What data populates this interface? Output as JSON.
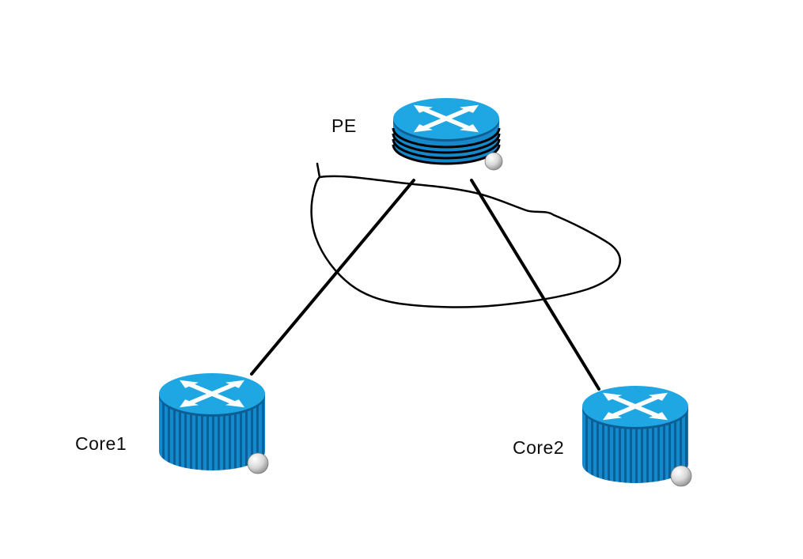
{
  "diagram": {
    "title": "",
    "nodes": [
      {
        "id": "pe",
        "label": "PE",
        "type": "router"
      },
      {
        "id": "core1",
        "label": "Core1",
        "type": "router"
      },
      {
        "id": "core2",
        "label": "Core2",
        "type": "router"
      }
    ],
    "edges": [
      {
        "from": "pe",
        "to": "core1"
      },
      {
        "from": "pe",
        "to": "core2"
      }
    ],
    "annotation": {
      "shape": "freehand-loop",
      "description": "hand-drawn closed loop encircling the area between the PE-to-core links"
    },
    "colors": {
      "router_top": "#1fa7e3",
      "router_body": "#1489cb",
      "router_stripe": "#0a5f99",
      "router_rim": "#0c5e93",
      "arrow": "#ffffff",
      "link": "#000000",
      "loop": "#000000",
      "label_text": "#0d0d0d"
    }
  }
}
